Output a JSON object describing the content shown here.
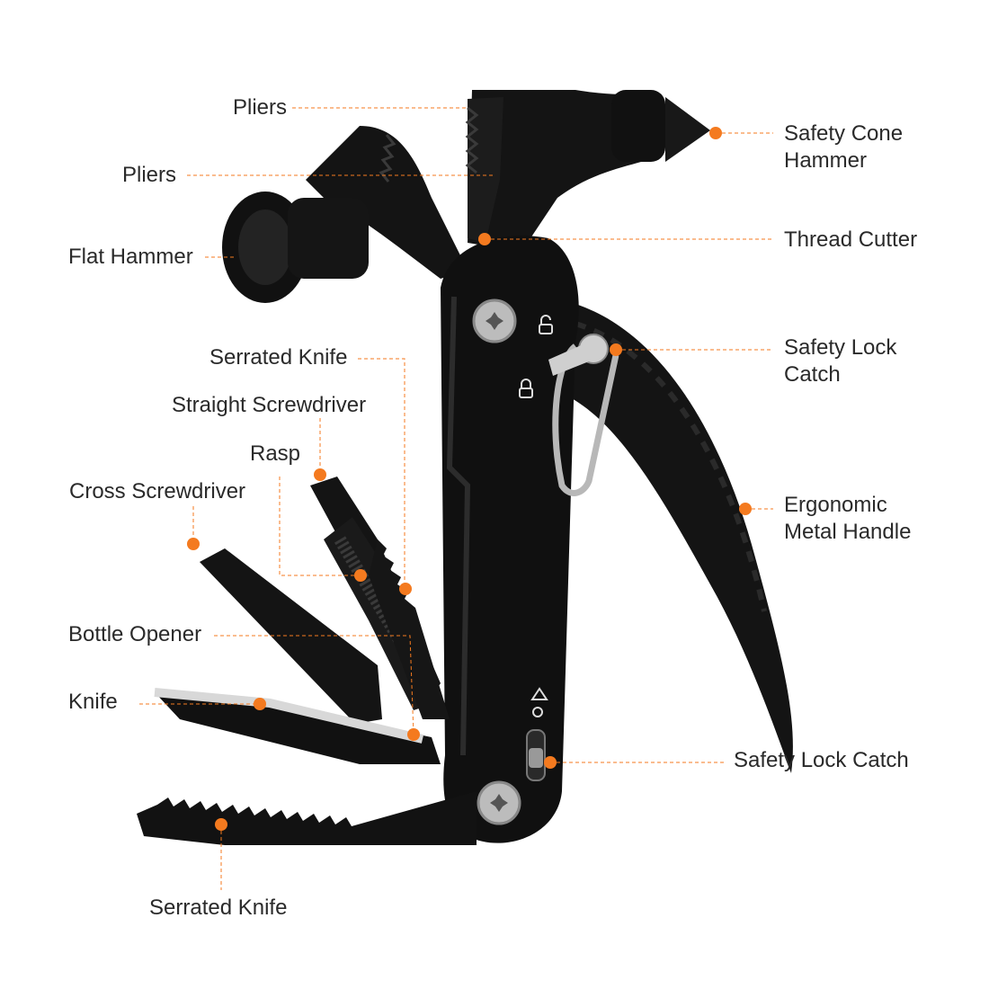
{
  "colors": {
    "accent": "#f47a1f",
    "tool_body": "#141414",
    "text": "#2a2a2a",
    "blade": "#cfcfcf"
  },
  "labels": {
    "pliers_top": "Pliers",
    "pliers_mid": "Pliers",
    "flat_hammer": "Flat Hammer",
    "serrated_knife_top": "Serrated Knife",
    "straight_screwdriver": "Straight Screwdriver",
    "rasp": "Rasp",
    "cross_screwdriver": "Cross Screwdriver",
    "bottle_opener": "Bottle Opener",
    "knife": "Knife",
    "serrated_knife_bottom": "Serrated Knife",
    "safety_cone_hammer": {
      "line1": "Safety Cone",
      "line2": "Hammer"
    },
    "thread_cutter": "Thread Cutter",
    "safety_lock_catch_top": {
      "line1": "Safety Lock",
      "line2": "Catch"
    },
    "ergonomic_handle": {
      "line1": "Ergonomic",
      "line2": "Metal Handle"
    },
    "safety_lock_catch_bottom": "Safety Lock Catch"
  },
  "icons": [
    "unlock-icon",
    "lock-icon",
    "lock-slider-icon",
    "torx-screw-icon"
  ]
}
